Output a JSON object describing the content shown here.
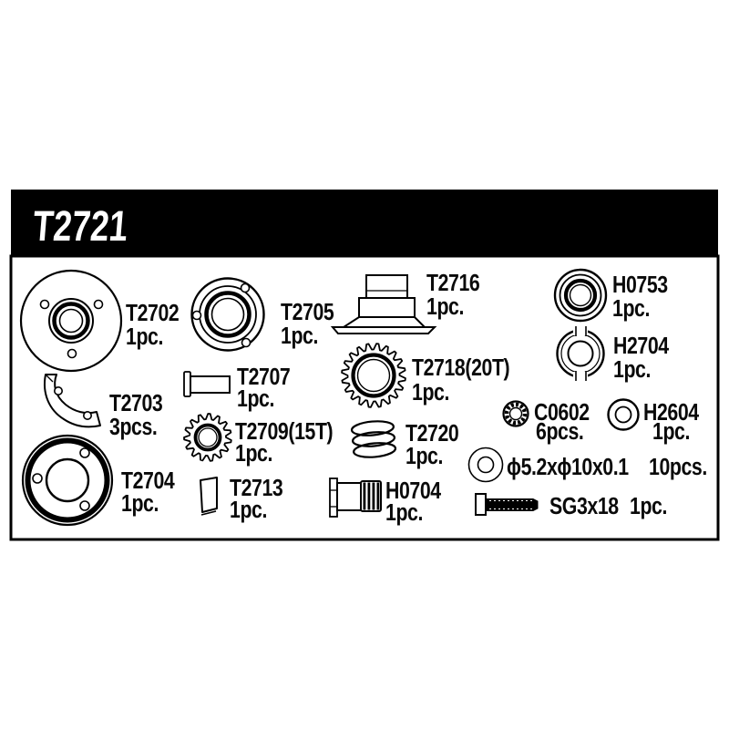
{
  "header": {
    "title": "T2721"
  },
  "colors": {
    "ink": "#000000",
    "paper": "#ffffff",
    "header_bg": "#000000",
    "header_fg": "#ffffff"
  },
  "panel": {
    "parts": {
      "t2702": {
        "id": "T2702",
        "qty": "1pc.",
        "shape": "flanged-hub-disc"
      },
      "t2705": {
        "id": "T2705",
        "qty": "1pc.",
        "shape": "bearing-hub"
      },
      "t2716": {
        "id": "T2716",
        "qty": "1pc.",
        "shape": "slipper-hub"
      },
      "h0753": {
        "id": "H0753",
        "qty": "1pc.",
        "shape": "bearing-ring"
      },
      "h2704": {
        "id": "H2704",
        "qty": "1pc.",
        "shape": "notched-ring"
      },
      "t2703": {
        "id": "T2703",
        "qty": "3pcs.",
        "shape": "curved-shoe-segment"
      },
      "t2707": {
        "id": "T2707",
        "qty": "1pc.",
        "shape": "flanged-pin"
      },
      "t2718": {
        "id": "T2718(20T)",
        "qty": "1pc.",
        "shape": "gear-20-teeth"
      },
      "t2709": {
        "id": "T2709(15T)",
        "qty": "1pc.",
        "shape": "gear-15-teeth"
      },
      "t2720": {
        "id": "T2720",
        "qty": "1pc.",
        "shape": "coil-spring"
      },
      "c0602": {
        "id": "C0602",
        "qty": "6pcs.",
        "shape": "serrated-ring"
      },
      "h2604": {
        "id": "H2604",
        "qty": "1pc.",
        "shape": "plain-ring"
      },
      "t2704": {
        "id": "T2704",
        "qty": "1pc.",
        "shape": "rimmed-disc"
      },
      "t2713": {
        "id": "T2713",
        "qty": "1pc.",
        "shape": "wedge-pad"
      },
      "h0704": {
        "id": "H0704",
        "qty": "1pc.",
        "shape": "threaded-plug-screw"
      },
      "washer": {
        "id": "ϕ5.2xϕ10x0.1",
        "qty": "10pcs.",
        "shape": "shim-washer"
      },
      "sg3x18": {
        "id": "SG3x18",
        "qty": "1pc.",
        "shape": "cap-screw"
      }
    }
  }
}
